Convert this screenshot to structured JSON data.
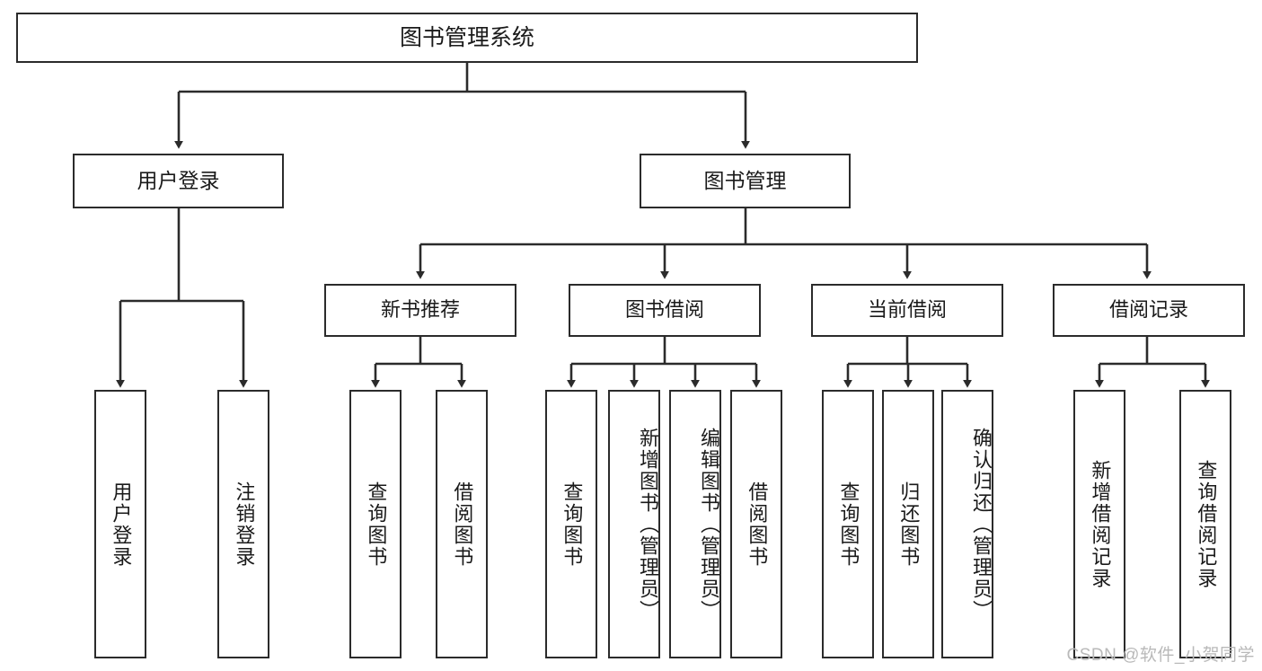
{
  "diagram": {
    "title": "图书管理系统",
    "type": "tree-hierarchy",
    "watermark": "CSDN @软件_小贺同学",
    "colors": {
      "stroke": "#2b2b2b",
      "fill": "#ffffff",
      "text": "#1a1a1a",
      "watermark": "#b9b9b9"
    }
  },
  "nodes": {
    "root": {
      "label": "图书管理系统"
    },
    "level1": [
      {
        "id": "user-login",
        "label": "用户登录"
      },
      {
        "id": "book-management",
        "label": "图书管理"
      }
    ],
    "level2": [
      {
        "id": "new-book-recommend",
        "label": "新书推荐"
      },
      {
        "id": "book-borrow",
        "label": "图书借阅"
      },
      {
        "id": "current-borrow",
        "label": "当前借阅"
      },
      {
        "id": "borrow-record",
        "label": "借阅记录"
      }
    ],
    "leaves": {
      "user-login": [
        {
          "id": "leaf-user-login",
          "label": "用户登录"
        },
        {
          "id": "leaf-logout-login",
          "label": "注销登录"
        }
      ],
      "new-book-recommend": [
        {
          "id": "leaf-query-book-1",
          "label": "查询图书"
        },
        {
          "id": "leaf-borrow-book-1",
          "label": "借阅图书"
        }
      ],
      "book-borrow": [
        {
          "id": "leaf-query-book-2",
          "label": "查询图书"
        },
        {
          "id": "leaf-add-book",
          "label": "新增图书（管理员）"
        },
        {
          "id": "leaf-edit-book",
          "label": "编辑图书（管理员）"
        },
        {
          "id": "leaf-borrow-book-2",
          "label": "借阅图书"
        }
      ],
      "current-borrow": [
        {
          "id": "leaf-query-book-3",
          "label": "查询图书"
        },
        {
          "id": "leaf-return-book",
          "label": "归还图书"
        },
        {
          "id": "leaf-confirm-return",
          "label": "确认归还（管理员）"
        }
      ],
      "borrow-record": [
        {
          "id": "leaf-add-record",
          "label": "新增借阅记录"
        },
        {
          "id": "leaf-query-record",
          "label": "查询借阅记录"
        }
      ]
    }
  }
}
